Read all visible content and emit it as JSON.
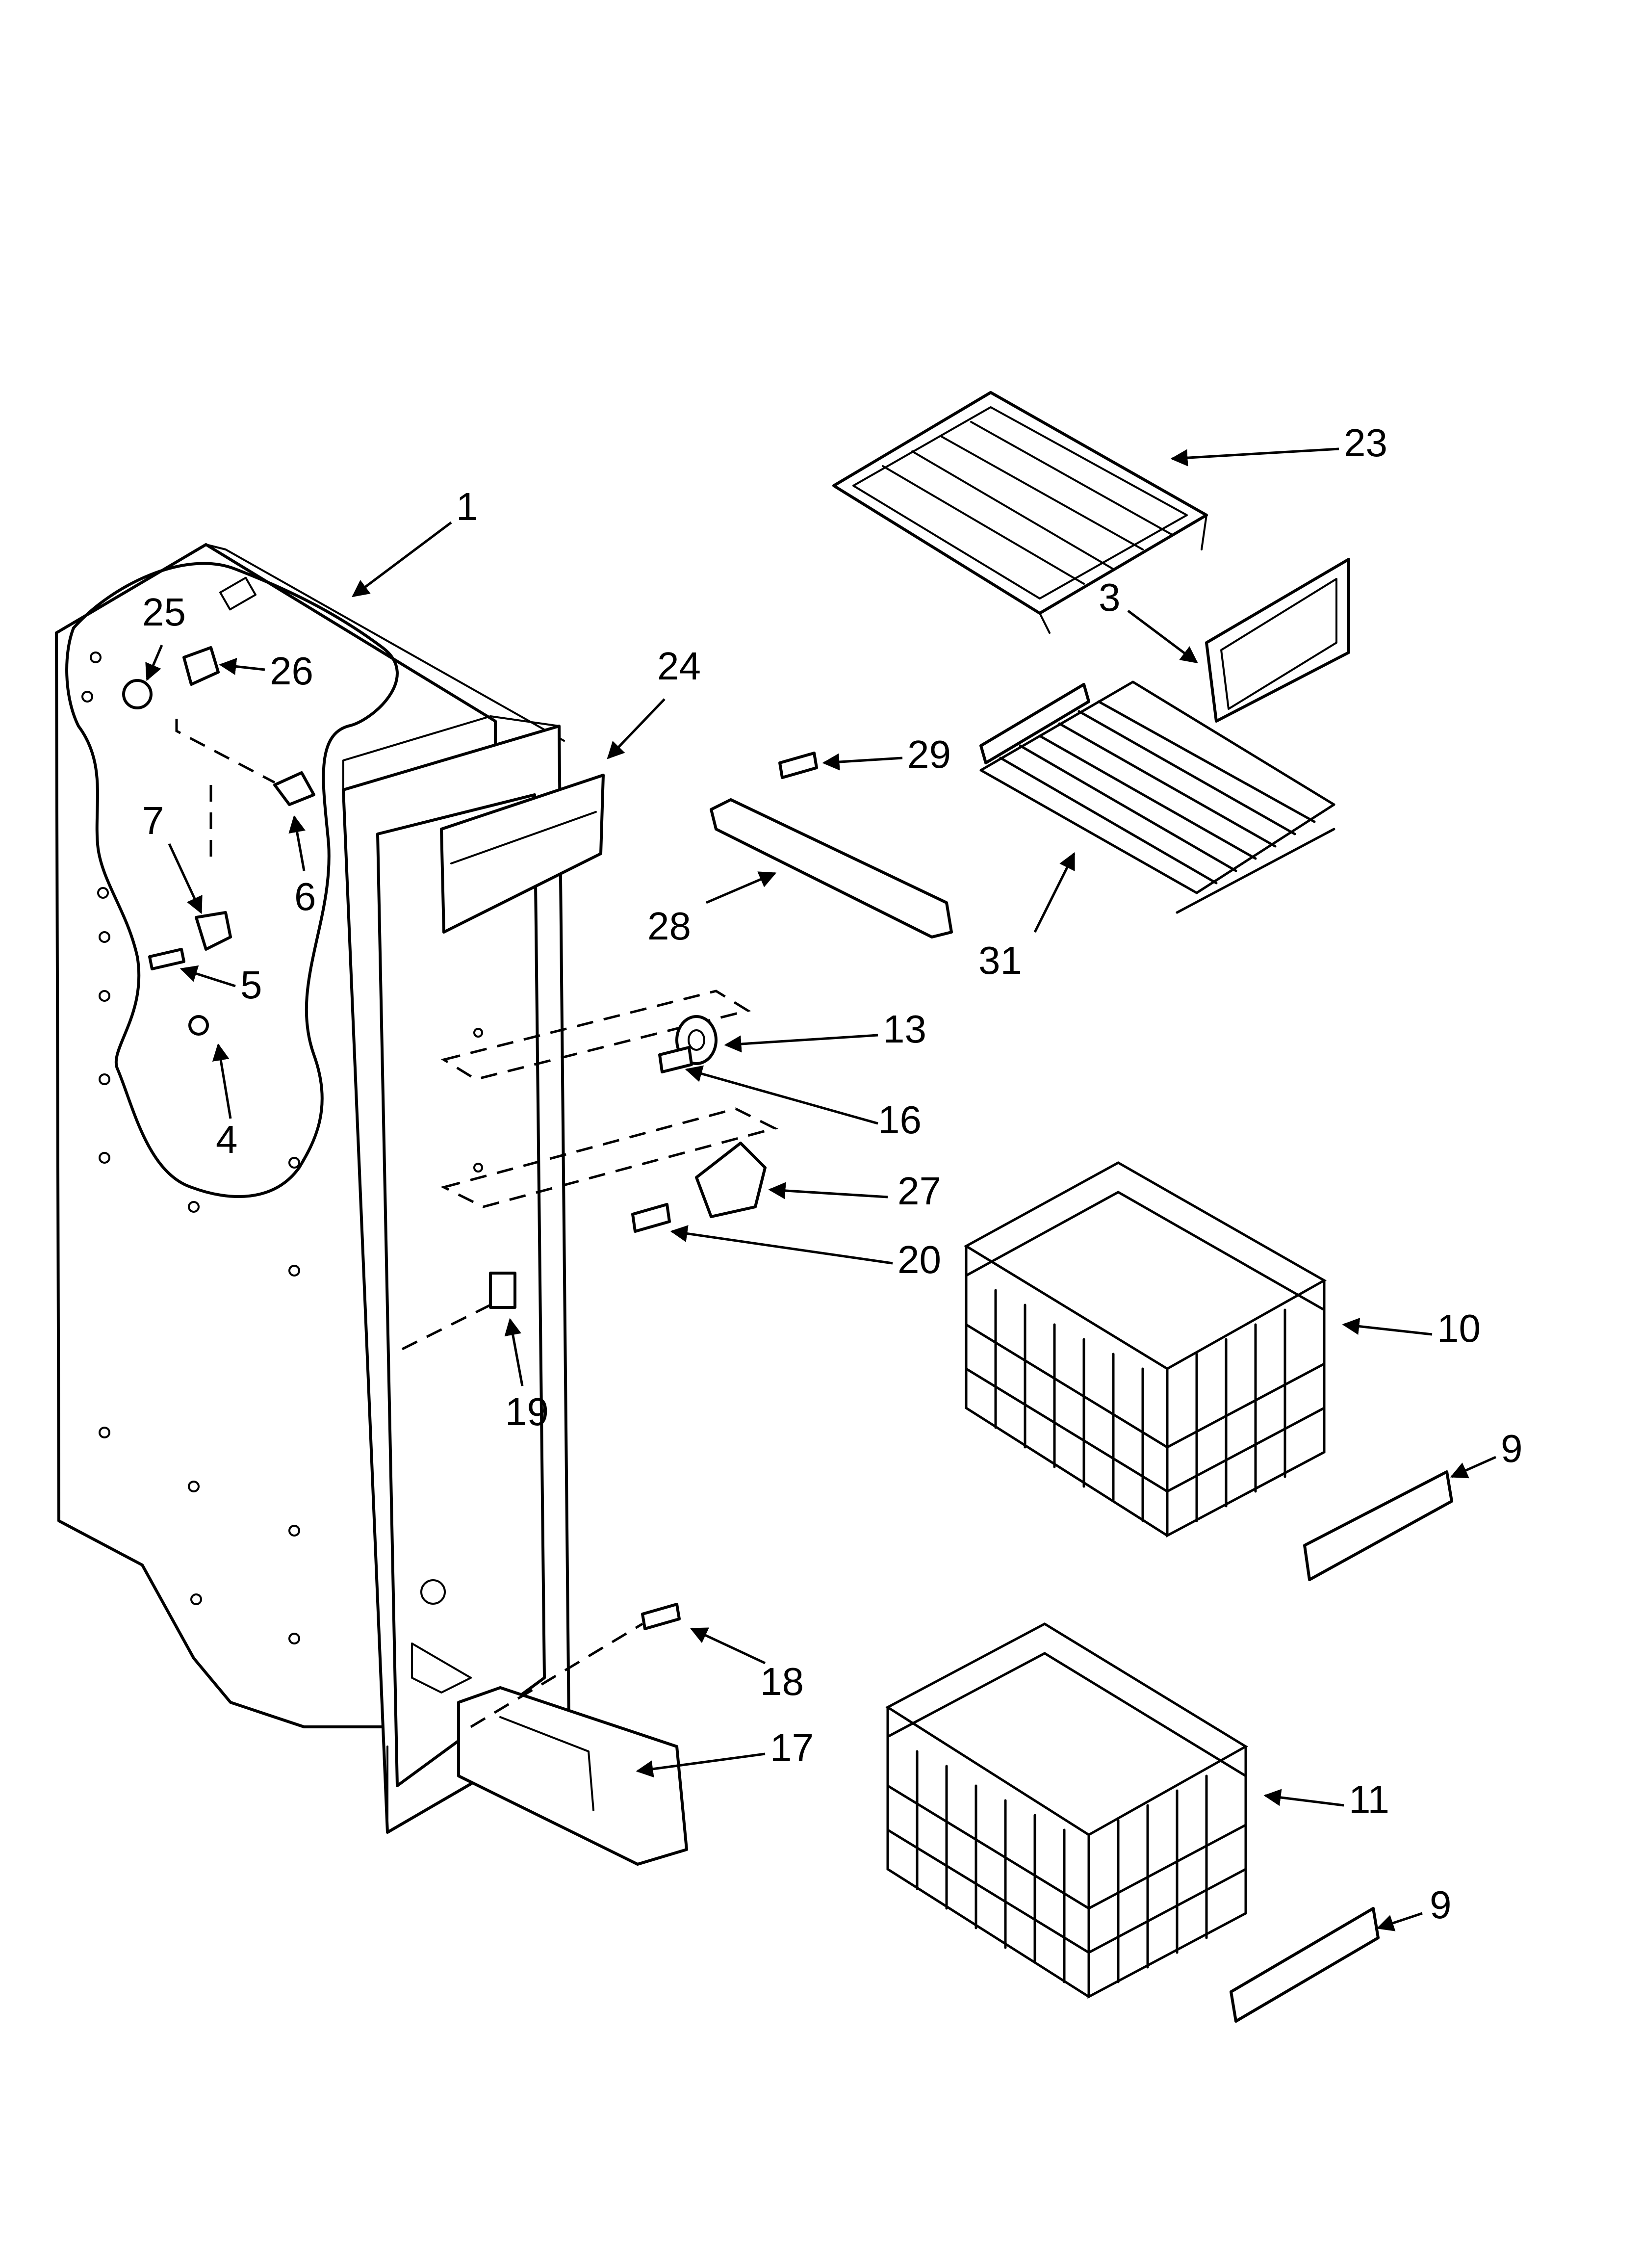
{
  "callouts": [
    {
      "id": "c1",
      "label": "1"
    },
    {
      "id": "c3",
      "label": "3"
    },
    {
      "id": "c4",
      "label": "4"
    },
    {
      "id": "c5",
      "label": "5"
    },
    {
      "id": "c6",
      "label": "6"
    },
    {
      "id": "c7",
      "label": "7"
    },
    {
      "id": "c9a",
      "label": "9"
    },
    {
      "id": "c9b",
      "label": "9"
    },
    {
      "id": "c10",
      "label": "10"
    },
    {
      "id": "c11",
      "label": "11"
    },
    {
      "id": "c13",
      "label": "13"
    },
    {
      "id": "c16",
      "label": "16"
    },
    {
      "id": "c17",
      "label": "17"
    },
    {
      "id": "c18",
      "label": "18"
    },
    {
      "id": "c19",
      "label": "19"
    },
    {
      "id": "c20",
      "label": "20"
    },
    {
      "id": "c23",
      "label": "23"
    },
    {
      "id": "c24",
      "label": "24"
    },
    {
      "id": "c25",
      "label": "25"
    },
    {
      "id": "c26",
      "label": "26"
    },
    {
      "id": "c27",
      "label": "27"
    },
    {
      "id": "c28",
      "label": "28"
    },
    {
      "id": "c29",
      "label": "29"
    },
    {
      "id": "c31",
      "label": "31"
    }
  ]
}
